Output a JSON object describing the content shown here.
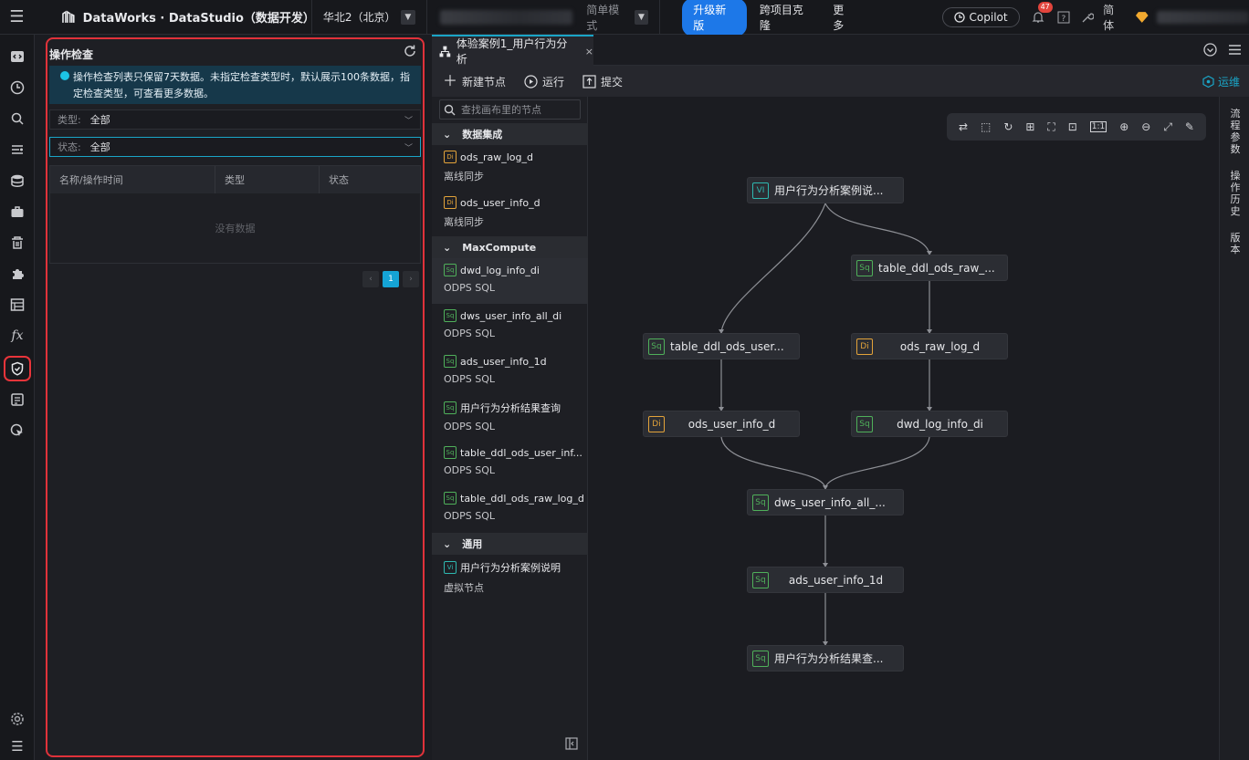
{
  "topbar": {
    "brand": "DataWorks · DataStudio（数据开发）",
    "region": "华北2（北京）",
    "mode": "简单模式",
    "upgrade": "升级新版",
    "cross_project": "跨项目克隆",
    "more": "更多",
    "copilot": "Copilot",
    "notifications": "47",
    "language": "简体"
  },
  "opcheck": {
    "title": "操作检查",
    "notice": "操作检查列表只保留7天数据。未指定检查类型时，默认展示100条数据，指定检查类型，可查看更多数据。",
    "type_label": "类型:",
    "type_value": "全部",
    "status_label": "状态:",
    "status_value": "全部",
    "columns": [
      "名称/操作时间",
      "类型",
      "状态"
    ],
    "empty": "没有数据",
    "page": "1"
  },
  "tab": {
    "label": "体验案例1_用户行为分析",
    "close": "×"
  },
  "toolbar": {
    "new_node": "新建节点",
    "run": "运行",
    "submit": "提交",
    "ops": "运维"
  },
  "nodelist": {
    "search_placeholder": "查找画布里的节点",
    "groups": [
      "数据集成",
      "MaxCompute",
      "通用"
    ],
    "items": [
      {
        "tag": "Di",
        "name": "ods_raw_log_d",
        "sub": "离线同步"
      },
      {
        "tag": "Di",
        "name": "ods_user_info_d",
        "sub": "离线同步"
      },
      {
        "tag": "Sq",
        "name": "dwd_log_info_di",
        "sub": "ODPS SQL"
      },
      {
        "tag": "Sq",
        "name": "dws_user_info_all_di",
        "sub": "ODPS SQL"
      },
      {
        "tag": "Sq",
        "name": "ads_user_info_1d",
        "sub": "ODPS SQL"
      },
      {
        "tag": "Sq",
        "name": "用户行为分析结果查询",
        "sub": "ODPS SQL"
      },
      {
        "tag": "Sq",
        "name": "table_ddl_ods_user_inf...",
        "sub": "ODPS SQL"
      },
      {
        "tag": "Sq",
        "name": "table_ddl_ods_raw_log_d",
        "sub": "ODPS SQL"
      },
      {
        "tag": "Vi",
        "name": "用户行为分析案例说明",
        "sub": "虚拟节点"
      }
    ]
  },
  "canvas": {
    "nodes": [
      {
        "tag": "VI",
        "name": "用户行为分析案例说..."
      },
      {
        "tag": "Sq",
        "name": "table_ddl_ods_raw_..."
      },
      {
        "tag": "Sq",
        "name": "table_ddl_ods_user..."
      },
      {
        "tag": "Di",
        "name": "ods_raw_log_d"
      },
      {
        "tag": "Di",
        "name": "ods_user_info_d"
      },
      {
        "tag": "Sq",
        "name": "dwd_log_info_di"
      },
      {
        "tag": "Sq",
        "name": "dws_user_info_all_..."
      },
      {
        "tag": "Sq",
        "name": "ads_user_info_1d"
      },
      {
        "tag": "Sq",
        "name": "用户行为分析结果查..."
      }
    ]
  },
  "rightrail": [
    "流程参数",
    "操作历史",
    "版本"
  ],
  "colors": {
    "accent": "#1aa5c7",
    "highlight": "#e0323a",
    "di": "#e3a33a",
    "sq": "#4fb05a",
    "vi": "#2eb8b0"
  }
}
